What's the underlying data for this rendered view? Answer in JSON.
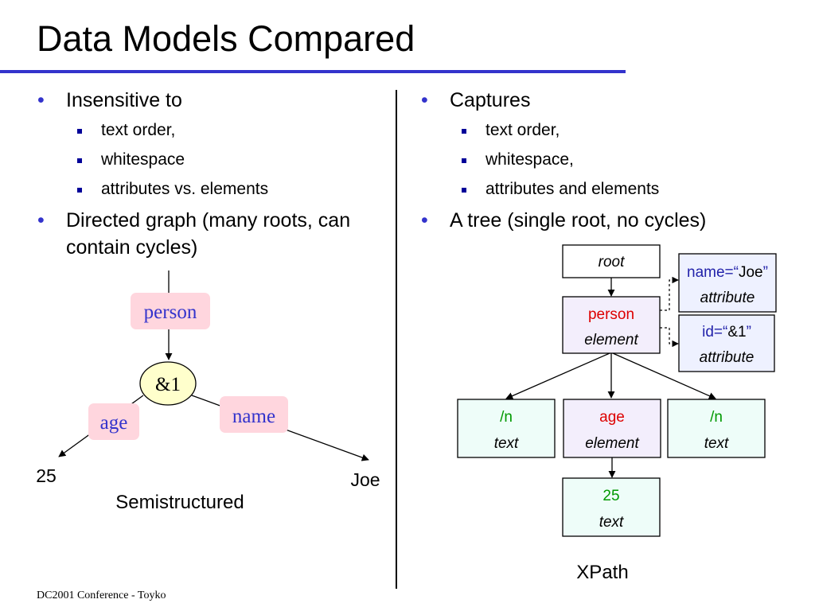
{
  "slide": {
    "title": "Data Models Compared",
    "footer": "DC2001 Conference - Toyko"
  },
  "left": {
    "bullets": [
      {
        "text": "Insensitive to",
        "subitems": [
          "text order,",
          "whitespace",
          "attributes vs. elements"
        ]
      },
      {
        "text": "Directed graph (many roots, can contain cycles)",
        "subitems": []
      }
    ],
    "diagram": {
      "nodes": {
        "person": "person",
        "ref": "&1",
        "age": "age",
        "name": "name"
      },
      "leaves": {
        "age_value": "25",
        "name_value": "Joe"
      },
      "caption": "Semistructured"
    }
  },
  "right": {
    "bullets": [
      {
        "text": "Captures",
        "subitems": [
          "text order,",
          "whitespace,",
          "attributes and elements"
        ]
      },
      {
        "text": "A tree (single root, no cycles)",
        "subitems": []
      }
    ],
    "tree": {
      "root": {
        "label": "root"
      },
      "person": {
        "name": "person",
        "kind": "element"
      },
      "attr_name": {
        "key": "name=“",
        "value": "Joe",
        "close": "”",
        "kind": "attribute"
      },
      "attr_id": {
        "key": "id=“",
        "value": "&1",
        "close": "”",
        "kind": "attribute"
      },
      "text1": {
        "value": "/n",
        "kind": "text"
      },
      "age": {
        "name": "age",
        "kind": "element"
      },
      "text2": {
        "value": "/n",
        "kind": "text"
      },
      "age_text": {
        "value": "25",
        "kind": "text"
      },
      "caption": "XPath"
    }
  },
  "colors": {
    "accent": "#3333cc",
    "element_fill": "#f3eefc",
    "text_fill": "#eefdf9",
    "attribute_fill": "#eef1ff",
    "label_fill": "#ffd6de",
    "ref_fill": "#ffffcc",
    "element_name": "#dd0000",
    "text_value": "#009900",
    "attribute_key": "#2222aa"
  }
}
